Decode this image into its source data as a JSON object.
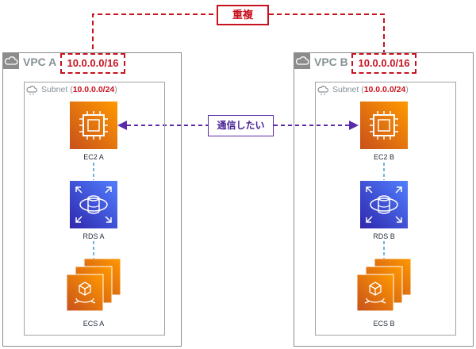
{
  "duplicate_label": "重複",
  "communication_label": "通信したい",
  "colors": {
    "compute": "#ed7100",
    "database": "#3b48cc",
    "duplicate": "#c7131f",
    "communication": "#5a2ba8",
    "connector": "#3b9ed6"
  },
  "vpcs": [
    {
      "title": "VPC A",
      "cidr": "10.0.0.0/16",
      "subnet_prefix": "Subnet (",
      "subnet_cidr": "10.0.0.0/24",
      "subnet_suffix": ")",
      "ec2_label": "EC2 A",
      "rds_label": "RDS A",
      "ecs_label": "ECS A"
    },
    {
      "title": "VPC B",
      "cidr": "10.0.0.0/16",
      "subnet_prefix": "Subnet (",
      "subnet_cidr": "10.0.0.0/24",
      "subnet_suffix": ")",
      "ec2_label": "EC2 B",
      "rds_label": "RDS B",
      "ecs_label": "ECS B"
    }
  ],
  "icons": {
    "vpc": "vpc-cloud-icon",
    "subnet": "subnet-cloud-icon",
    "ec2": "ec2-instance-icon",
    "rds": "rds-database-icon",
    "ecs": "ecs-containers-icon"
  }
}
